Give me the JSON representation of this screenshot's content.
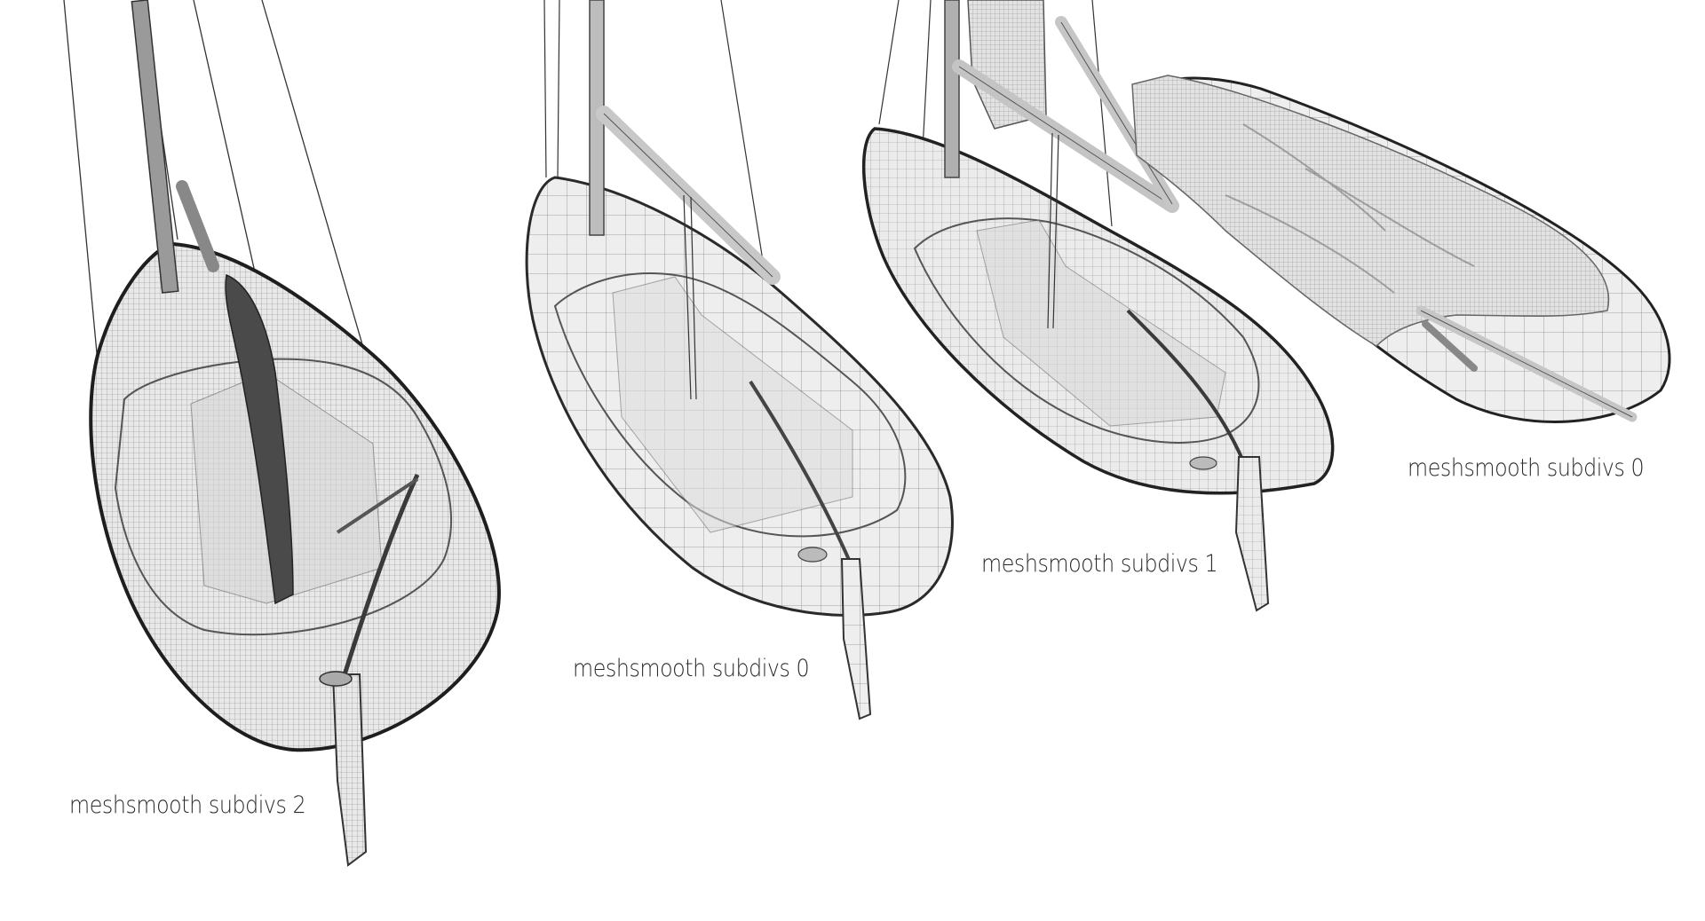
{
  "image": {
    "description": "3D wireframe render of four sailing dinghies with meshsmooth levels",
    "background": "#ffffff",
    "hull_color": "#e6e6e6",
    "wire_color": "#6a6a6a",
    "outline_color": "#222222"
  },
  "boats": [
    {
      "id": "boat-1",
      "label": "meshsmooth subdivs 2"
    },
    {
      "id": "boat-2",
      "label": "meshsmooth subdivs 0"
    },
    {
      "id": "boat-3",
      "label": "meshsmooth subdivs 1"
    },
    {
      "id": "boat-4",
      "label": "meshsmooth subdivs 0"
    }
  ]
}
